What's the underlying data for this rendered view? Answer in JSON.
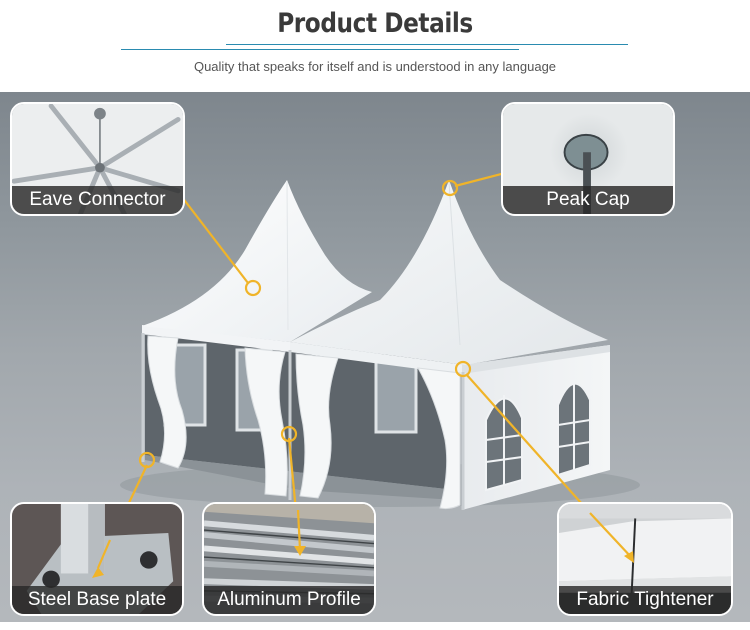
{
  "header": {
    "title": "Product Details",
    "subtitle": "Quality that speaks for itself and is understood in any language",
    "rule_color": "#2a8bb0"
  },
  "scene": {
    "subject": "white double pagoda tent with curtains and arched windows",
    "accent_color": "#f0b429",
    "background_color": "#9aa0a6"
  },
  "callouts": [
    {
      "id": "eave-connector",
      "label": "Eave Connector",
      "position": "top-left"
    },
    {
      "id": "peak-cap",
      "label": "Peak Cap",
      "position": "top-right"
    },
    {
      "id": "steel-base-plate",
      "label": "Steel Base plate",
      "position": "bottom-left"
    },
    {
      "id": "aluminum-profile",
      "label": "Aluminum Profile",
      "position": "bottom-center-left"
    },
    {
      "id": "fabric-tightener",
      "label": "Fabric Tightener",
      "position": "bottom-right"
    }
  ]
}
